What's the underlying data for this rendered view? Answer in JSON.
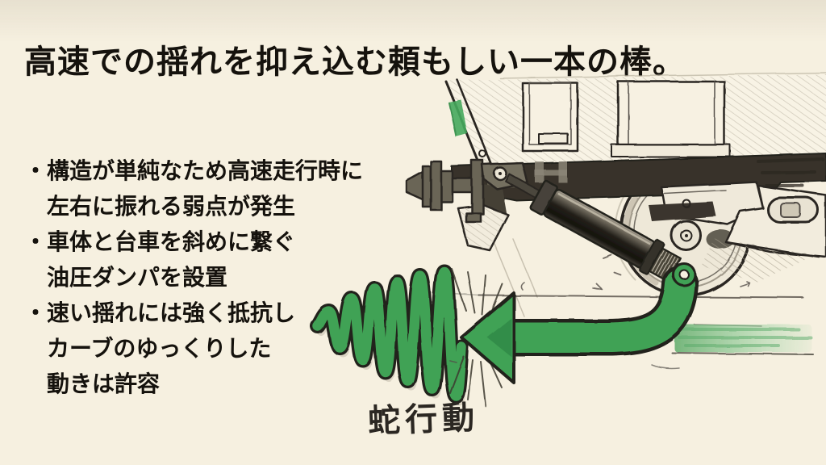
{
  "slide": {
    "title": "高速での揺れを抑え込む頼もしい一本の棒。",
    "bullets": [
      {
        "lines": [
          "・構造が単純なため高速走行時に",
          "左右に振れる弱点が発生"
        ]
      },
      {
        "lines": [
          "・車体と台車を斜めに繋ぐ",
          "油圧ダンパを設置"
        ]
      },
      {
        "lines": [
          "・速い揺れには強く抵抗し",
          "カーブのゆっくりした",
          "動きは許容"
        ]
      }
    ],
    "illustration": {
      "caption": "蛇行動"
    }
  },
  "colors": {
    "paper": "#f6f0e0",
    "ink": "#15120d",
    "pencil": "#3c3831",
    "accent_green": "#3fa254",
    "accent_green_light": "#8cc795"
  }
}
